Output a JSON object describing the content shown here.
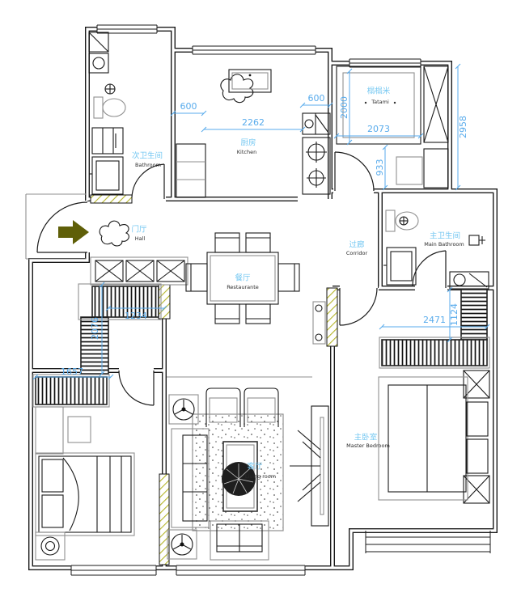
{
  "drawing": {
    "type": "apartment-floor-plan",
    "units": "mm"
  },
  "colors": {
    "wall": "#1a1a1a",
    "dimension_blue": "#58abec",
    "room_label_blue": "#76c8f2",
    "room_label_en": "#2b2b2b",
    "arrow_olive": "#5f5f08",
    "wall_hatch_olive": "#b5b52a",
    "furniture_gray": "#8f8f8f"
  },
  "rooms": [
    {
      "id": "bathroom2",
      "zh": "次卫生间",
      "en": "Bathroom"
    },
    {
      "id": "kitchen",
      "zh": "厨房",
      "en": "Kitchen"
    },
    {
      "id": "tatami",
      "zh": "榻榻米",
      "en": "Tatami"
    },
    {
      "id": "hall",
      "zh": "门厅",
      "en": "Hall"
    },
    {
      "id": "corridor",
      "zh": "过廊",
      "en": "Corridor"
    },
    {
      "id": "main_bathroom",
      "zh": "主卫生间",
      "en": "Main Bathroom"
    },
    {
      "id": "dining",
      "zh": "餐厅",
      "en": "Restaurante"
    },
    {
      "id": "living",
      "zh": "客厅",
      "en": "Living room"
    },
    {
      "id": "master_bedroom",
      "zh": "主卧室",
      "en": "Master Bedroom"
    }
  ],
  "dims": {
    "kitchen_left": "600",
    "kitchen_right": "600",
    "kitchen_span": "2262",
    "tatami_depth": "2000",
    "tatami_width": "2073",
    "right_side": "2958",
    "tatami_lower": "933",
    "hall_closet_w": "1234",
    "hall_closet_h": "2076",
    "bedroom_wardrobe": "1657",
    "master_wardrobe_w": "2471",
    "master_wardrobe_h": "1124"
  }
}
